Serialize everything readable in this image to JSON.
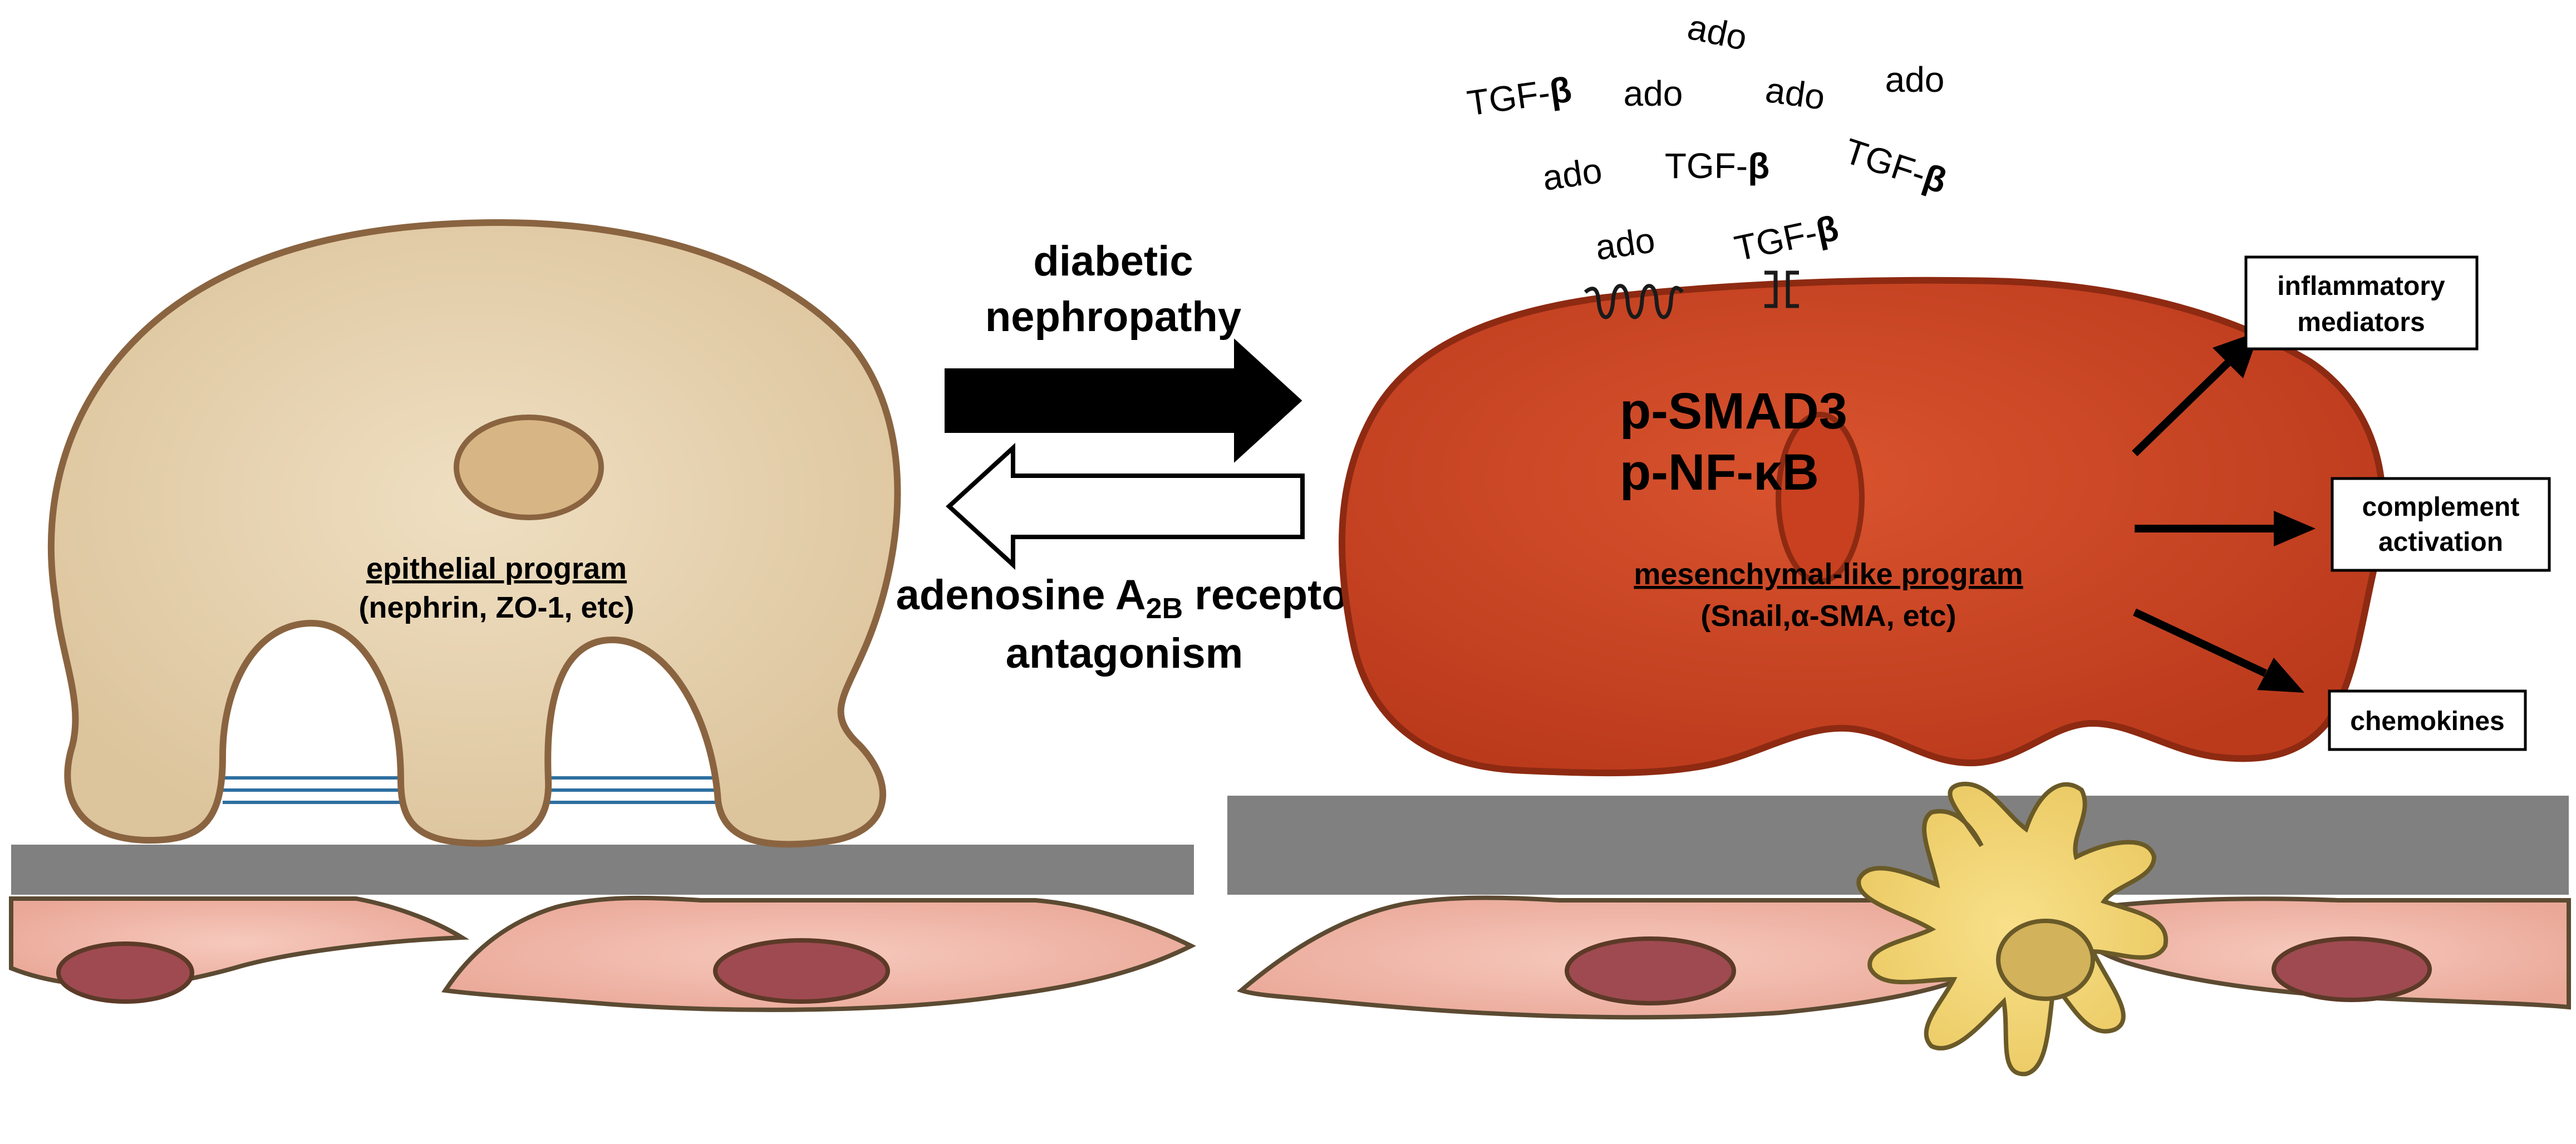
{
  "left_cell": {
    "program_title": "epithelial program",
    "program_detail": "(nephrin, ZO-1, etc)"
  },
  "center": {
    "forward_label_line1": "diabetic",
    "forward_label_line2": "nephropathy",
    "reverse_label_line1_a": "adenosine A",
    "reverse_label_line1_sub": "2B",
    "reverse_label_line1_b": " receptor",
    "reverse_label_line2": "antagonism"
  },
  "right_cell": {
    "signal_1": "p-SMAD3",
    "signal_2": "p-NF-κB",
    "program_title": "mesenchymal-like program",
    "program_detail": "(Snail,α-SMA, etc)"
  },
  "ligands": {
    "ado": "ado",
    "tgf_prefix": "TGF-",
    "tgf_beta": "β"
  },
  "outputs": {
    "box1_line1": "inflammatory",
    "box1_line2": "mediators",
    "box2_line1": "complement",
    "box2_line2": "activation",
    "box3": "chemokines"
  },
  "colors": {
    "podocyte_fill": "#e6d2b0",
    "podocyte_stroke": "#8a6440",
    "injured_fill": "#cc4424",
    "injured_stroke": "#8e2a12",
    "gbm": "#808080",
    "endothelial_fill": "#f0b8aa",
    "endothelial_nucleus": "#9e4a50",
    "immune_cell": "#f0d070",
    "slit_diaphragm": "#2e6fa0"
  }
}
